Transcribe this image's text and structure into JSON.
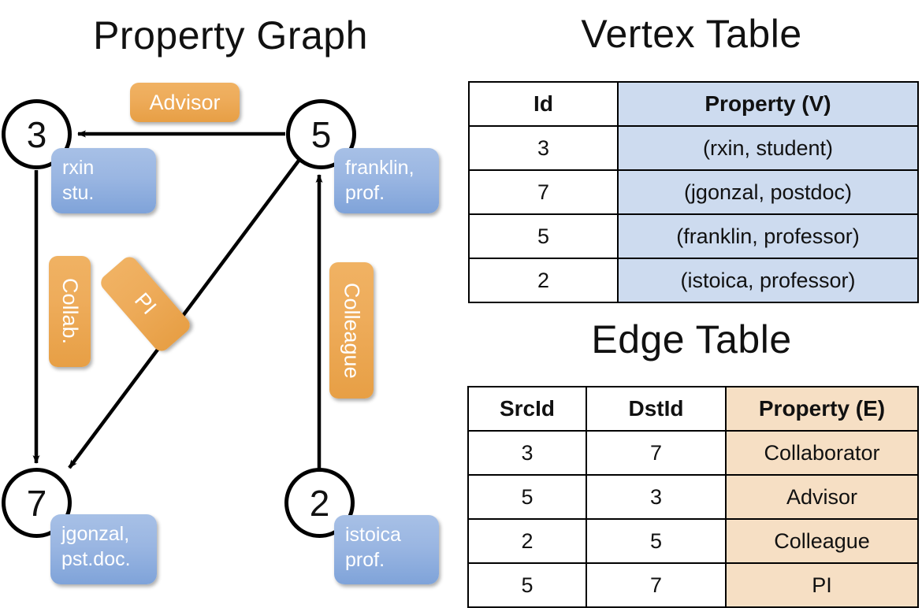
{
  "titles": {
    "property_graph": "Property Graph",
    "vertex_table": "Vertex Table",
    "edge_table": "Edge Table"
  },
  "graph": {
    "nodes": [
      {
        "id": "3",
        "label": "3",
        "property_lines": [
          "rxin",
          "stu."
        ]
      },
      {
        "id": "5",
        "label": "5",
        "property_lines": [
          "franklin,",
          "prof."
        ]
      },
      {
        "id": "7",
        "label": "7",
        "property_lines": [
          "jgonzal,",
          "pst.doc."
        ]
      },
      {
        "id": "2",
        "label": "2",
        "property_lines": [
          "istoica",
          "prof."
        ]
      }
    ],
    "edge_labels": [
      {
        "name": "advisor",
        "text": "Advisor"
      },
      {
        "name": "collab",
        "text": "Collab."
      },
      {
        "name": "pi",
        "text": "PI"
      },
      {
        "name": "colleague",
        "text": "Colleague"
      }
    ]
  },
  "vertex_table": {
    "headers": [
      "Id",
      "Property (V)"
    ],
    "rows": [
      [
        "3",
        "(rxin, student)"
      ],
      [
        "7",
        "(jgonzal, postdoc)"
      ],
      [
        "5",
        "(franklin, professor)"
      ],
      [
        "2",
        "(istoica, professor)"
      ]
    ]
  },
  "edge_table": {
    "headers": [
      "SrcId",
      "DstId",
      "Property (E)"
    ],
    "rows": [
      [
        "3",
        "7",
        "Collaborator"
      ],
      [
        "5",
        "3",
        "Advisor"
      ],
      [
        "2",
        "5",
        "Colleague"
      ],
      [
        "5",
        "7",
        "PI"
      ]
    ]
  },
  "colors": {
    "vertex_property_fill": "#cddbef",
    "edge_property_fill": "#f6dfc4",
    "node_box_blue": "#9ab6e2",
    "edge_label_orange": "#eeac5b",
    "stroke": "#000000"
  }
}
